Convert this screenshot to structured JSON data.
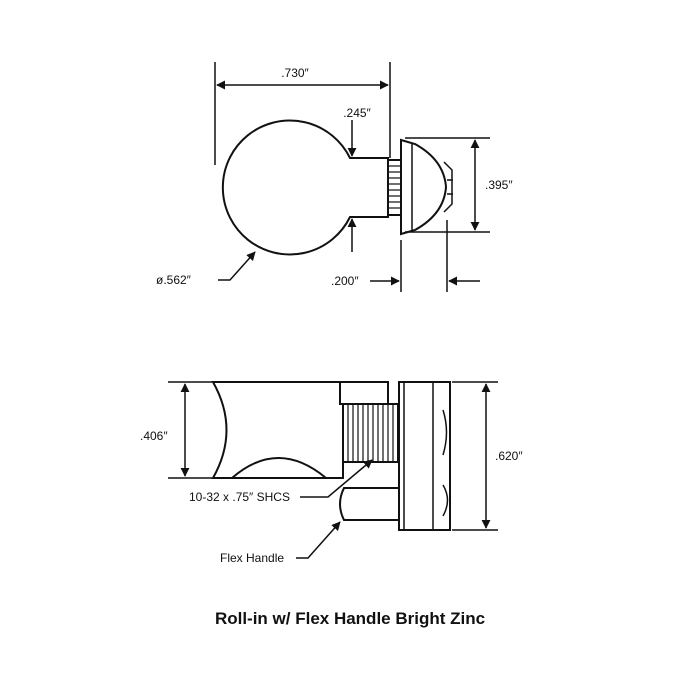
{
  "dimensions": {
    "overall_width": ".730″",
    "stem_offset": ".245″",
    "wheel_diameter": "ø.562″",
    "rim_width": ".200″",
    "rim_height": ".395″",
    "body_height": ".406″",
    "overall_height": ".620″"
  },
  "callouts": {
    "screw": "10-32 x .75″ SHCS",
    "handle": "Flex Handle"
  },
  "caption": "Roll-in w/ Flex Handle Bright Zinc",
  "colors": {
    "line": "#111111",
    "background": "#ffffff"
  }
}
